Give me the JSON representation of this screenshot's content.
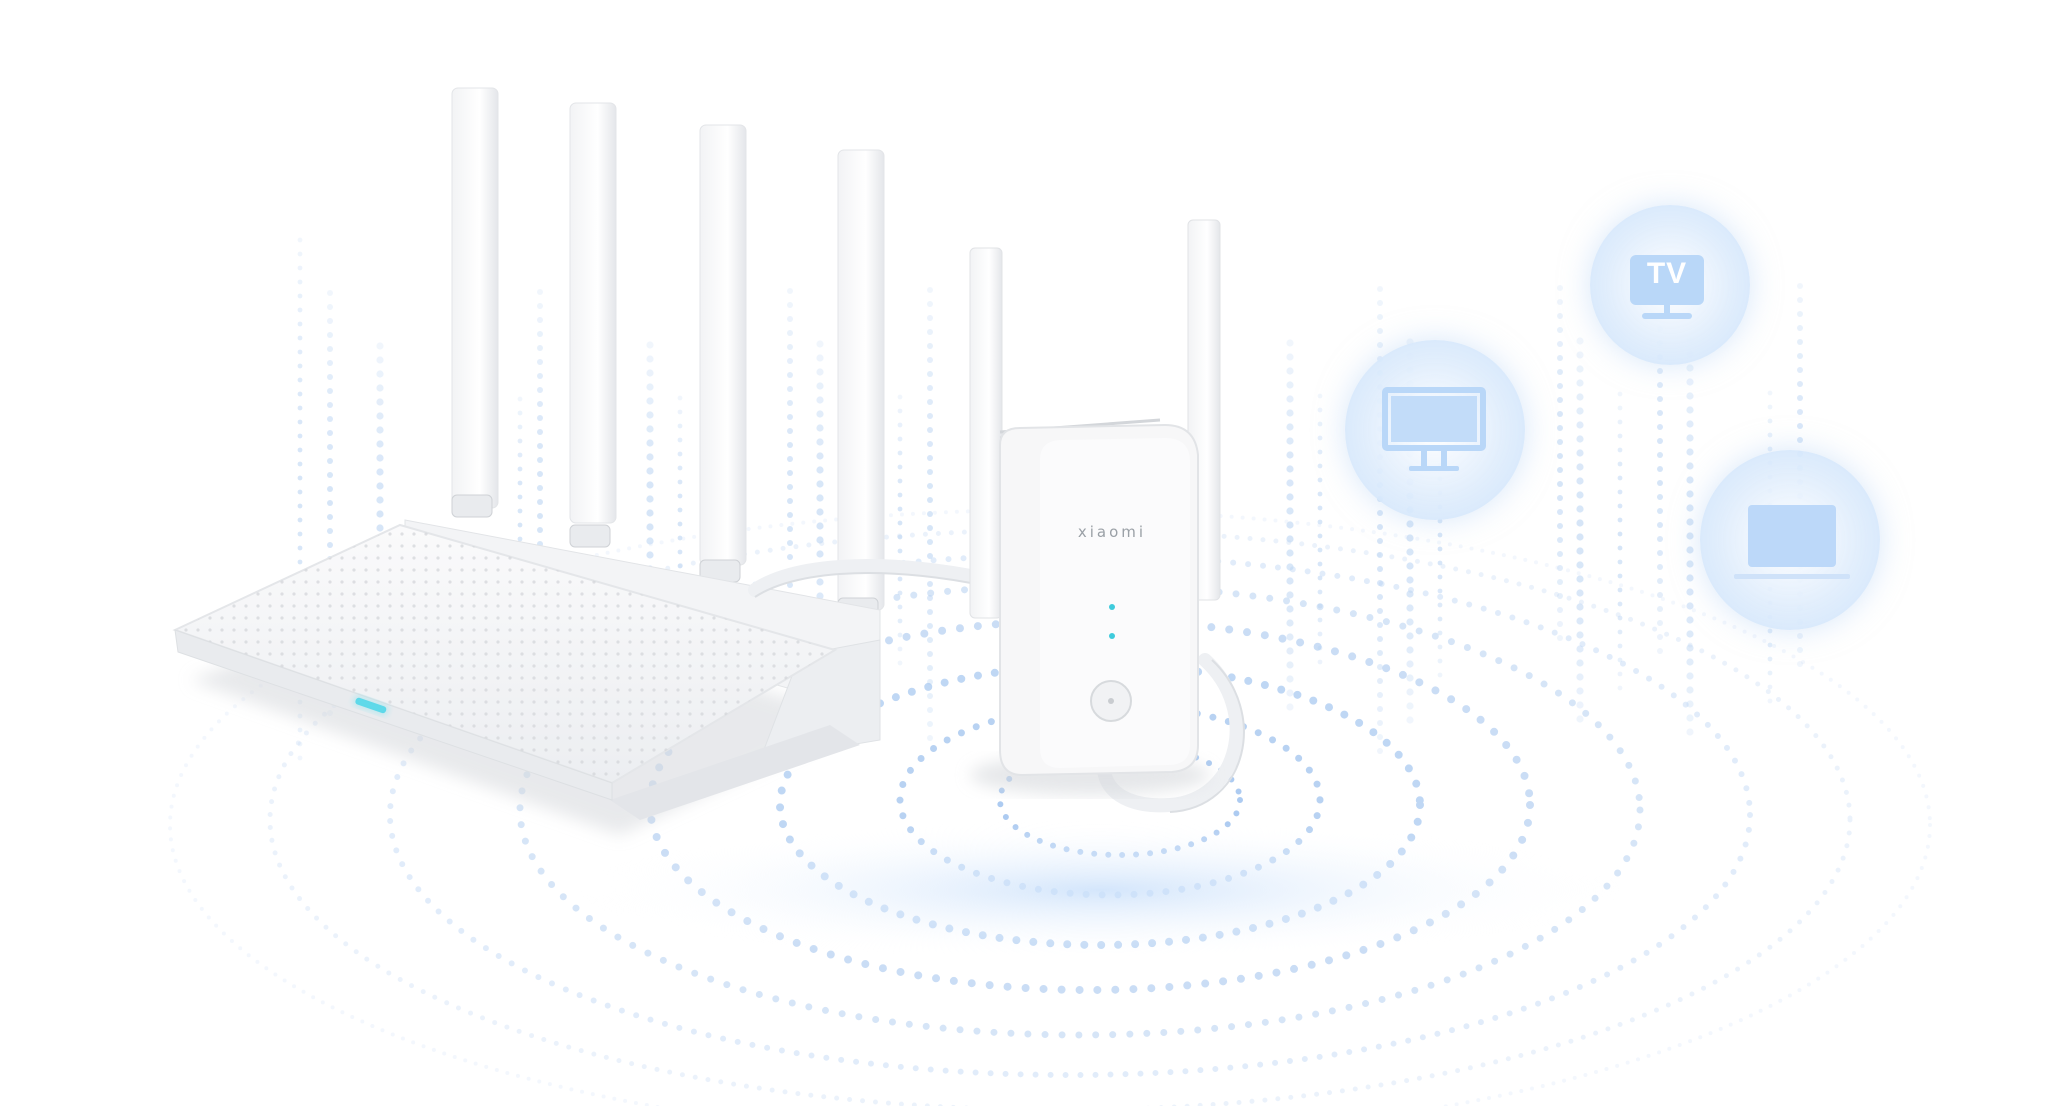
{
  "scene": {
    "subject": "Wi-Fi router with range extender broadcasting signal",
    "colors": {
      "background": "#ffffff",
      "signal_dots": "#a9c9f0",
      "device_icon": "#b9d7f8",
      "bubble_edge": "#c4defa",
      "led": "#4fd4e6",
      "device_body": "#f7f7f8"
    }
  },
  "router": {
    "antenna_count": 4,
    "status_led": "on"
  },
  "extender": {
    "brand_label": "xiaomi",
    "antenna_count": 2,
    "indicator_leds": 2,
    "button": "power-button"
  },
  "devices": [
    {
      "name": "TV",
      "icon": "tv-icon",
      "label": "TV"
    },
    {
      "name": "Monitor",
      "icon": "monitor-icon",
      "label": ""
    },
    {
      "name": "Laptop",
      "icon": "laptop-icon",
      "label": ""
    }
  ]
}
